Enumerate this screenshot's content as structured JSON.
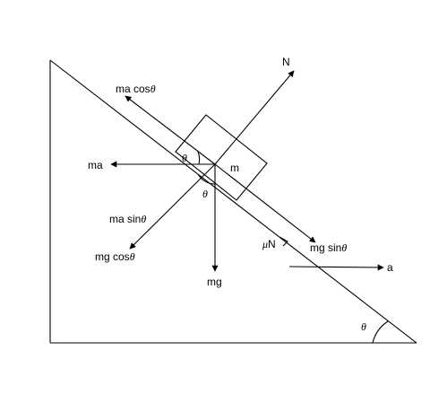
{
  "labels": {
    "N": "N",
    "ma_cos_prefix": "ma cos",
    "theta": "θ",
    "ma": "ma",
    "m": "m",
    "ma_sin_prefix": "ma sin",
    "mg_cos_prefix": "mg cos",
    "mg": "mg",
    "mu": "μ",
    "N_friction": "N",
    "mg_sin_prefix": "mg sin",
    "a": "a"
  },
  "colors": {
    "stroke": "#000000",
    "background": "#ffffff"
  }
}
